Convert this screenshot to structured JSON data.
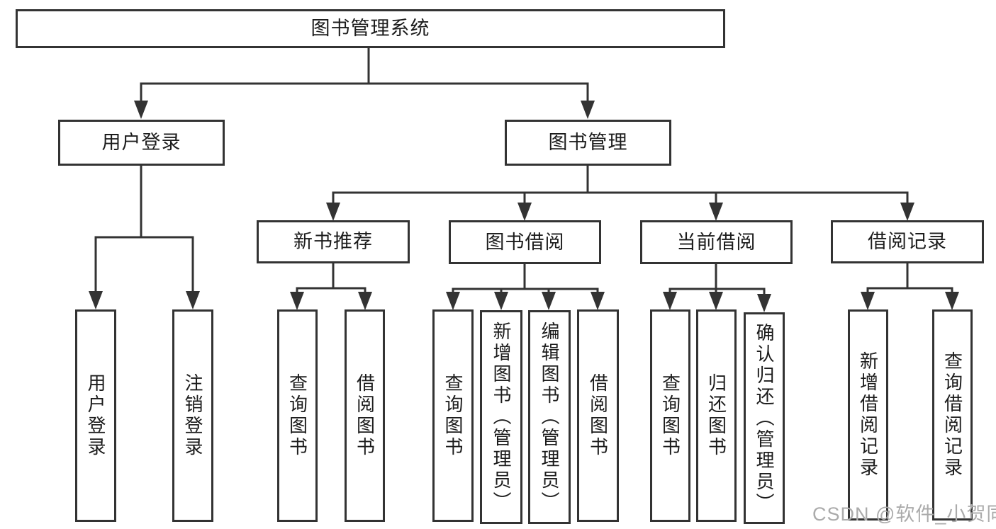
{
  "tree": {
    "root": {
      "label": "图书管理系统"
    },
    "branches": [
      {
        "label": "用户登录",
        "children": [
          {
            "label": "用户登录"
          },
          {
            "label": "注销登录"
          }
        ]
      },
      {
        "label": "图书管理",
        "sections": [
          {
            "label": "新书推荐",
            "children": [
              {
                "label": "查询图书"
              },
              {
                "label": "借阅图书"
              }
            ]
          },
          {
            "label": "图书借阅",
            "children": [
              {
                "label": "查询图书"
              },
              {
                "label": "新增图书（管理员）"
              },
              {
                "label": "编辑图书（管理员）"
              },
              {
                "label": "借阅图书"
              }
            ]
          },
          {
            "label": "当前借阅",
            "children": [
              {
                "label": "查询图书"
              },
              {
                "label": "归还图书"
              },
              {
                "label": "确认归还（管理员）"
              }
            ]
          },
          {
            "label": "借阅记录",
            "children": [
              {
                "label": "新增借阅记录"
              },
              {
                "label": "查询借阅记录"
              }
            ]
          }
        ]
      }
    ]
  },
  "watermark": "CSDN @软件_小贺同学",
  "colors": {
    "line": "#333333",
    "box_border": "#333333",
    "box_fill": "#ffffff",
    "text": "#1c1c1c",
    "watermark_text": "#ababab",
    "background": "#ffffff"
  }
}
